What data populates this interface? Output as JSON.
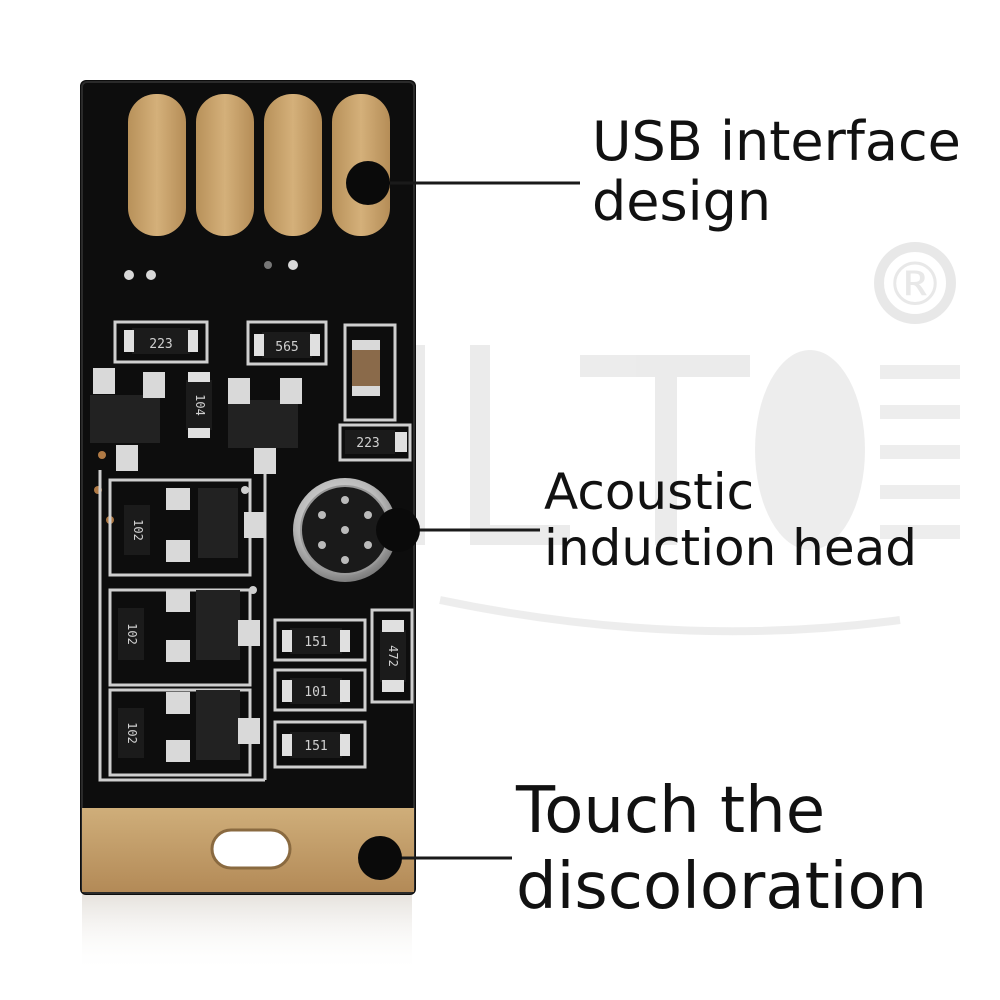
{
  "callouts": {
    "usb": {
      "line1": "USB interface",
      "line2": "design"
    },
    "acoustic": {
      "line1": "Acoustic",
      "line2": "induction head"
    },
    "touch": {
      "line1": "Touch the",
      "line2": "discoloration"
    }
  },
  "components": {
    "r1": "223",
    "r2": "565",
    "r3": "104",
    "r4": "223",
    "r5": "102",
    "r6": "102",
    "r7": "102",
    "r8": "151",
    "r9": "101",
    "r10": "151",
    "r11": "472"
  },
  "watermark": {
    "mark": "®"
  },
  "colors": {
    "pcb": "#0d0d0d",
    "gold": "#c9a56a",
    "silkscreen": "#cfcfcf",
    "callout_dot": "#0a0a0a",
    "text": "#111111"
  }
}
